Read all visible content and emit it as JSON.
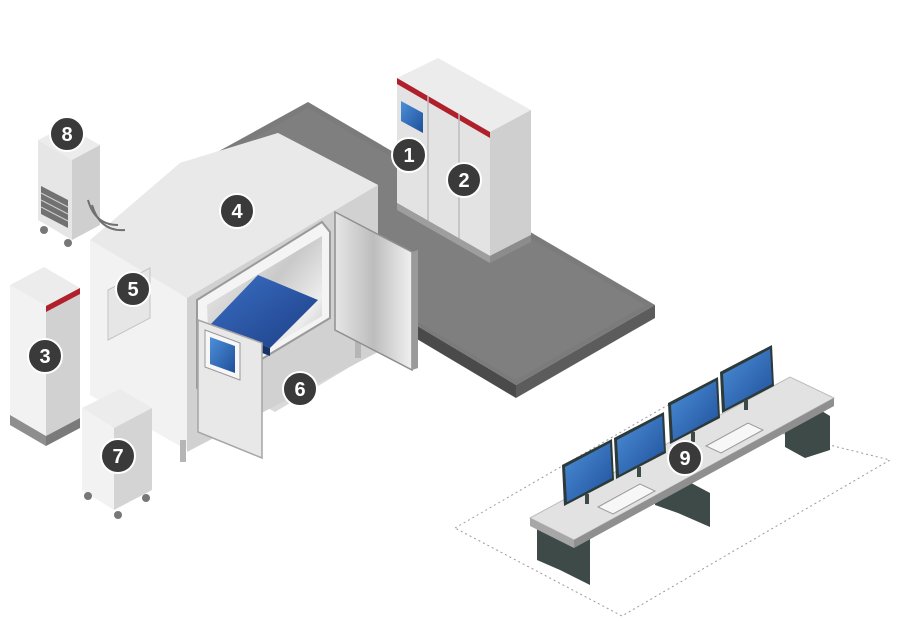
{
  "callouts": [
    {
      "id": "c1",
      "label": "1"
    },
    {
      "id": "c2",
      "label": "2"
    },
    {
      "id": "c3",
      "label": "3"
    },
    {
      "id": "c4",
      "label": "4"
    },
    {
      "id": "c5",
      "label": "5"
    },
    {
      "id": "c6",
      "label": "6"
    },
    {
      "id": "c7",
      "label": "7"
    },
    {
      "id": "c8",
      "label": "8"
    },
    {
      "id": "c9",
      "label": "9"
    }
  ],
  "colors": {
    "accent_red": "#b0202a",
    "callout_fill": "#3a3a3a",
    "cabinet_light": "#f1f1f1",
    "cabinet_mid": "#d9d9d9",
    "cabinet_dark": "#b9b9b9",
    "platform_top": "#7d7d7d",
    "platform_side": "#4d4d4d",
    "screen_blue": "#2f6fbf",
    "bed_blue": "#2b5aa8",
    "desk_leg": "#3d4a48"
  }
}
